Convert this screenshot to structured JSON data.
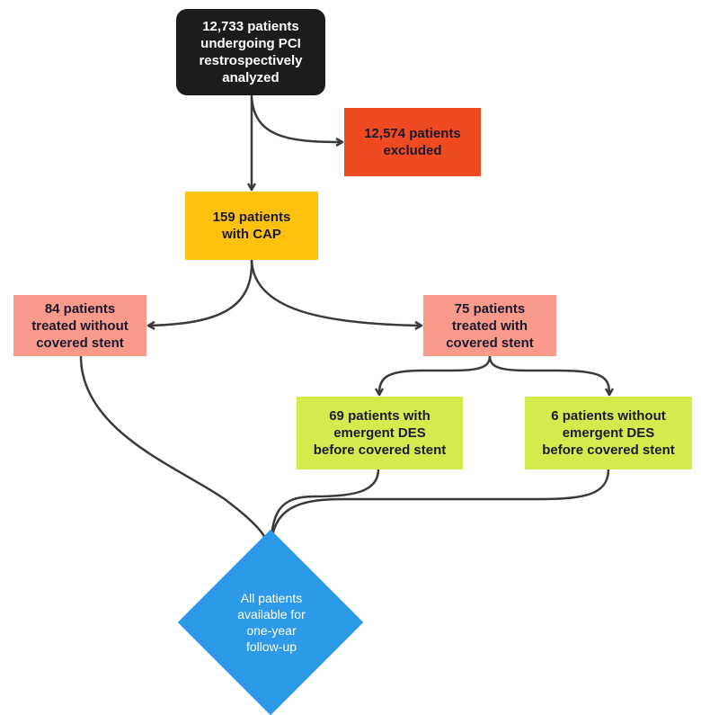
{
  "nodes": {
    "start": "12,733 patients\nundergoing PCI\nrestrospectively\nanalyzed",
    "excluded": "12,574 patients\nexcluded",
    "cap": "159 patients\nwith CAP",
    "without_covered_stent": "84 patients\ntreated without\ncovered stent",
    "with_covered_stent": "75 patients\ntreated with\ncovered stent",
    "with_emergent_des": "69 patients with\nemergent DES\nbefore covered stent",
    "without_emergent_des": "6 patients without\nemergent DES\nbefore covered stent",
    "final": "All patients\navailable for\none-year\nfollow-up"
  },
  "colors": {
    "start": "#1c1c1c",
    "excluded": "#f04a22",
    "cap": "#fec10e",
    "covered_stent_branches": "#f99a8a",
    "des_branches": "#d5ea4d",
    "final": "#2c9ae8",
    "arrow": "#3a3a3a"
  }
}
